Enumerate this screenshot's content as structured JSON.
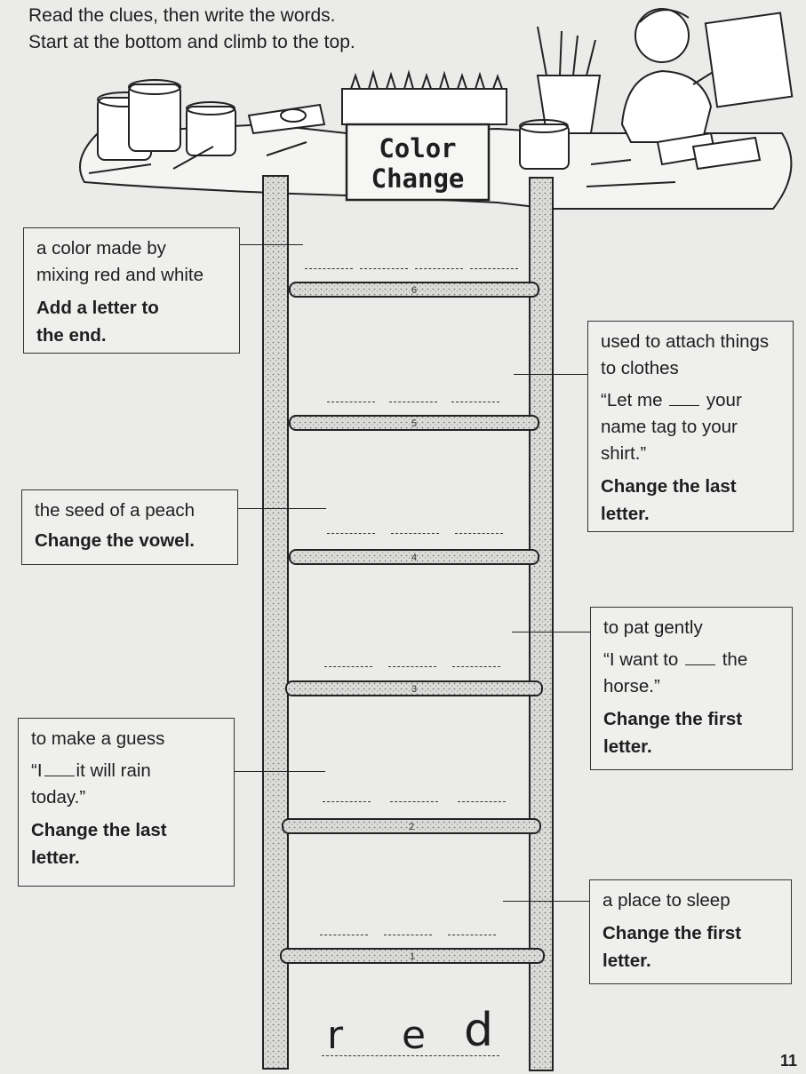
{
  "instructions": {
    "line1": "Read the clues, then write the words.",
    "line2": "Start at the bottom and climb to the top."
  },
  "sign": {
    "line1": "Color",
    "line2": "Change"
  },
  "rungs": [
    "6",
    "5",
    "4",
    "3",
    "2",
    "1"
  ],
  "clues": {
    "c6": {
      "line1": "a color made by",
      "line2": "mixing red and white",
      "rule1": "Add a letter to",
      "rule2": "the end."
    },
    "c5": {
      "line1": "used to attach things",
      "line2": "to clothes",
      "ex_a": "“Let me",
      "ex_b": "your",
      "ex_c": "name tag to your",
      "ex_d": "shirt.”",
      "rule1": "Change the last",
      "rule2": "letter."
    },
    "c4": {
      "line1": "the seed of a peach",
      "rule1": "Change the vowel."
    },
    "c3": {
      "line1": "to pat gently",
      "ex_a": "“I want to",
      "ex_b": "the",
      "ex_c": "horse.”",
      "rule1": "Change the first",
      "rule2": "letter."
    },
    "c2": {
      "line1": "to make a guess",
      "ex_a": "“I",
      "ex_b": "it will rain",
      "ex_c": "today.”",
      "rule1": "Change the last",
      "rule2": "letter."
    },
    "c1": {
      "line1": "a place to sleep",
      "rule1": "Change the first",
      "rule2": "letter."
    }
  },
  "start_word": [
    "r",
    "e",
    "d"
  ],
  "page_number": "11",
  "colors": {
    "paper": "#ebebea",
    "ink": "#1e1e1e"
  }
}
